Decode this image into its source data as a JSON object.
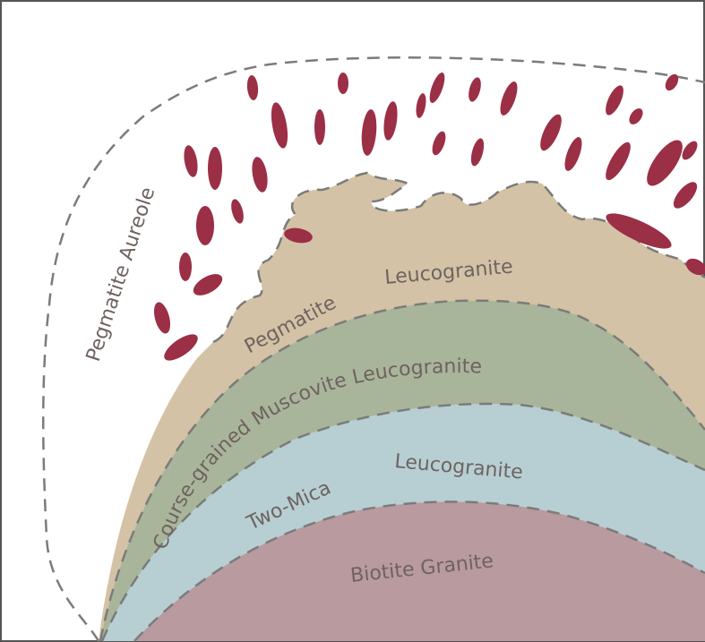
{
  "labels": {
    "pegmatite_aureole": "Pegmatite Aureole",
    "pegmatite_word": "Pegmatite",
    "leucogranite_word": "Leucogranite",
    "muscovite_leucogranite": "Course-grained Muscovite Leucogranite",
    "two_mica_word": "Two-Mica",
    "two_mica_leucogranite": "Leucogranite",
    "biotite_granite": "Biotite Granite"
  },
  "colors": {
    "pegmatite_leucogranite": "#d4c2a6",
    "muscovite_leucogranite": "#a9b59a",
    "two_mica_leucogranite": "#b7cfd2",
    "biotite_granite": "#b99a9f",
    "pegmatite_dike": "#9b2f45",
    "boundary_dash": "#7b7b7b",
    "label_text": "#6e6360",
    "frame": "#555555"
  }
}
